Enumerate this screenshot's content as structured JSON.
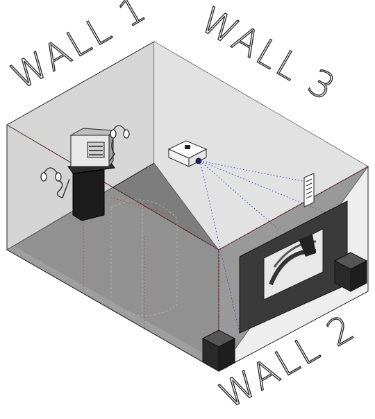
{
  "labels": {
    "wall1": "WALL 1",
    "wall2": "WALL 2",
    "wall3": "WALL 3"
  },
  "colors": {
    "floor": "#7a7a7a",
    "wall_left": "#d9d9d9",
    "wall_back": "#e4e4e4",
    "edge": "#222222",
    "red_guide": "#cc3333",
    "blue_beam": "#3344cc",
    "screen": "#3a3a3a",
    "speaker": "#2a2a2a",
    "kiosk": "#1c1c1c"
  },
  "objects": [
    "kiosk-with-headphones",
    "projector",
    "projection-screen",
    "speaker-front",
    "speaker-right",
    "wall-sign"
  ]
}
